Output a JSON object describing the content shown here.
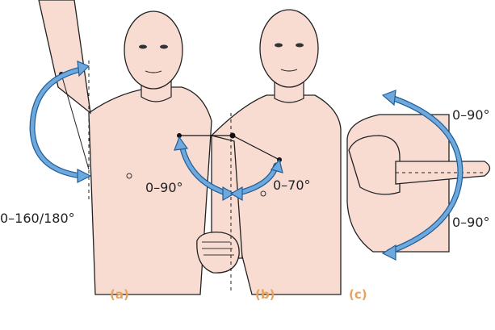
{
  "figure": {
    "panels": [
      {
        "id": "a",
        "label": "(a)",
        "range_label": "0–160/180°"
      },
      {
        "id": "b",
        "label": "(b)",
        "range_labels": [
          "0–90°",
          "0–70°"
        ]
      },
      {
        "id": "c",
        "label": "(c)",
        "range_labels": [
          "0–90°",
          "0–90°"
        ]
      }
    ],
    "colors": {
      "skin": "#f8dcd2",
      "skin_outline": "#222222",
      "arrow_fill": "#6fa8dc",
      "arrow_outline": "#1f5f99",
      "panel_label": "#e8a25f"
    }
  }
}
